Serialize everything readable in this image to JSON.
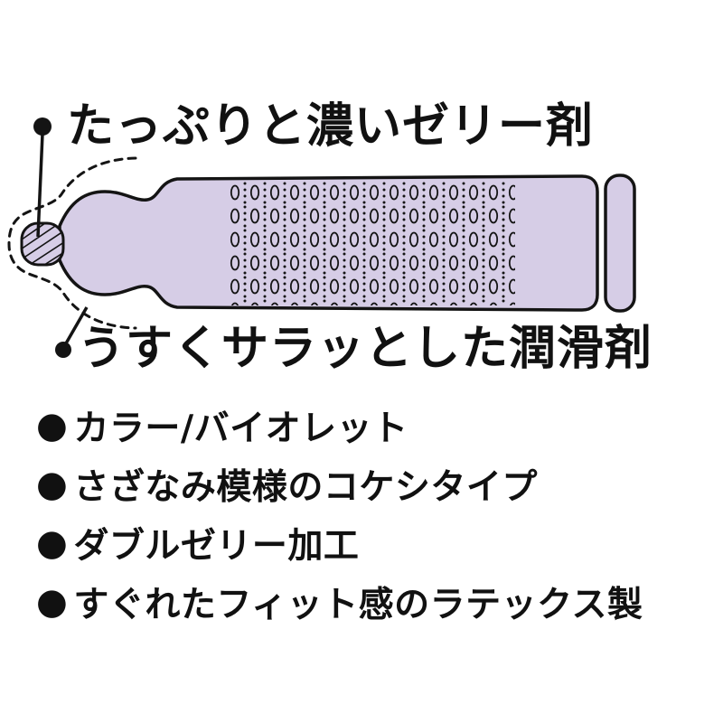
{
  "diagram": {
    "top_label": "たっぷりと濃いゼリー剤",
    "bottom_label": "うすくサラッとした潤滑剤",
    "condom_fill": "#d6cde6",
    "outline_color": "#141414"
  },
  "features": {
    "marker": "●",
    "items": [
      {
        "label": "カラー/バイオレット"
      },
      {
        "label": "さざなみ模様のコケシタイプ"
      },
      {
        "label": "ダブルゼリー加工"
      },
      {
        "label": "すぐれたフィット感のラテックス製"
      }
    ]
  }
}
